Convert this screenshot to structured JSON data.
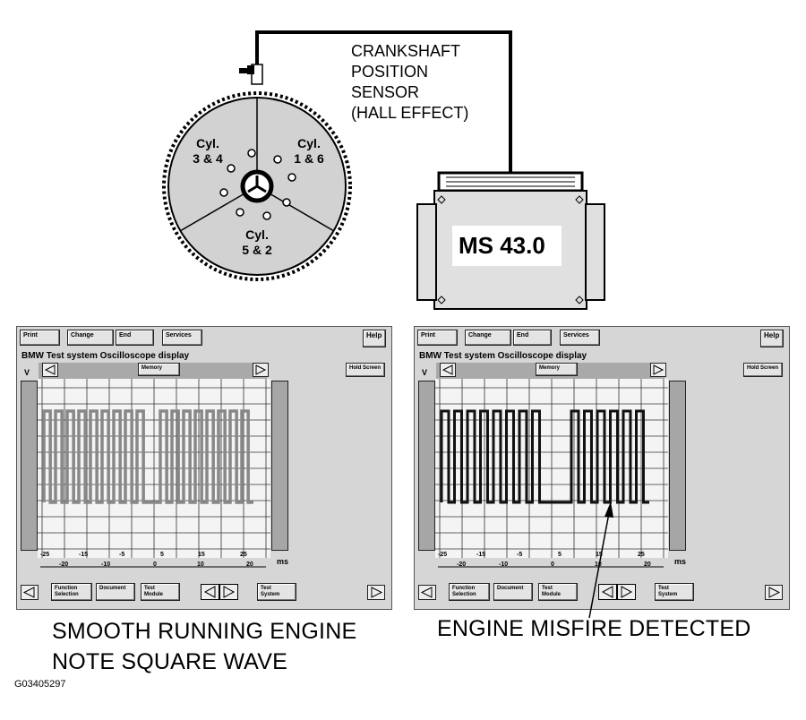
{
  "sensor": {
    "lines": [
      "CRANKSHAFT",
      "POSITION",
      "SENSOR",
      "(HALL EFFECT)"
    ]
  },
  "ecu": {
    "label": "MS 43.0"
  },
  "flywheel": {
    "cylinders": [
      {
        "line1": "Cyl.",
        "line2": "3 & 4"
      },
      {
        "line1": "Cyl.",
        "line2": "1 & 6"
      },
      {
        "line1": "Cyl.",
        "line2": "5 & 2"
      }
    ]
  },
  "scope_ui": {
    "top_buttons": [
      "Print",
      "Change",
      "End",
      "Services"
    ],
    "help": "Help",
    "title": "BMW  Test system  Oscilloscope display",
    "memory": "Memory",
    "hold_screen": "Hold Screen",
    "v_label": "V",
    "ms_label": "ms",
    "axis_top": [
      "-25",
      "-15",
      "-5",
      "5",
      "15",
      "25"
    ],
    "axis_bottom": [
      "-20",
      "-10",
      "0",
      "10",
      "20"
    ],
    "bottom_buttons": {
      "function": [
        "Function",
        "Selection"
      ],
      "document": "Document",
      "test_module": [
        "Test",
        "Module"
      ],
      "test_system": [
        "Test",
        "System"
      ]
    }
  },
  "captions": {
    "left": [
      "SMOOTH RUNNING ENGINE",
      "NOTE SQUARE WAVE"
    ],
    "right": "ENGINE MISFIRE DETECTED"
  },
  "figure_code": "G03405297"
}
